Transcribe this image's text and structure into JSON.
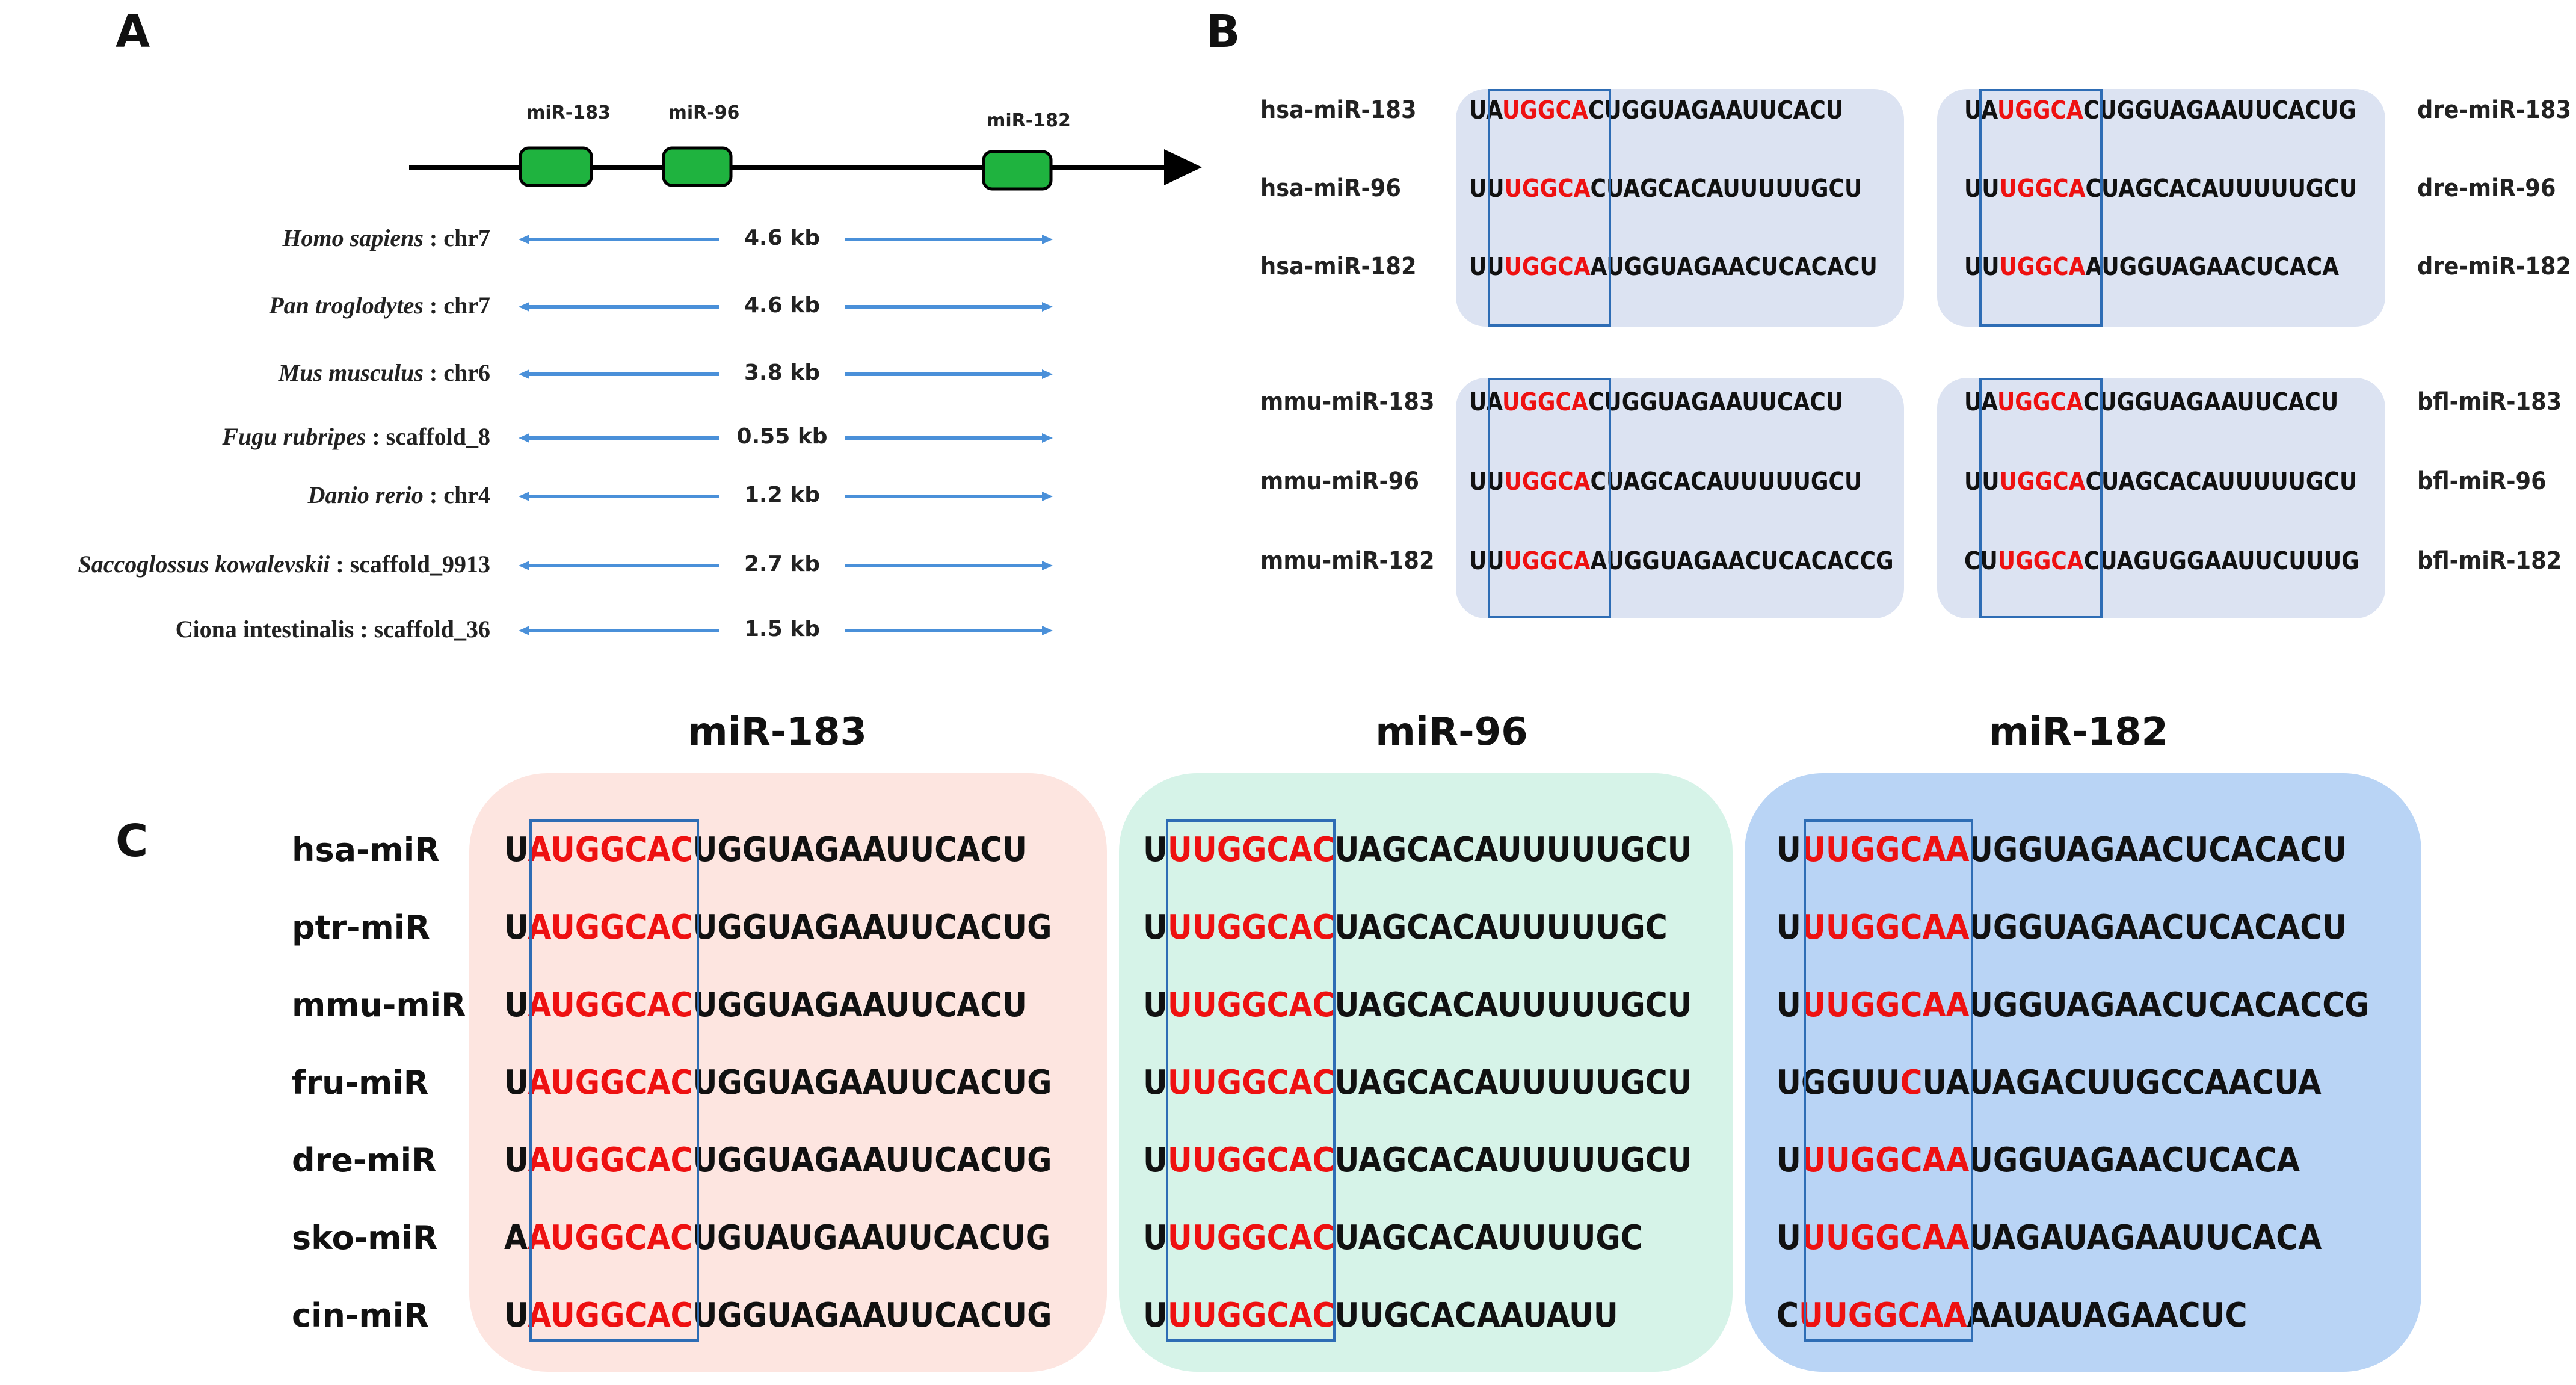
{
  "panel_a": {
    "letter": "A",
    "genes": [
      "miR-183",
      "miR-96",
      "miR-182"
    ],
    "species": [
      {
        "name": "Homo sapiens",
        "italic": true,
        "loc": " : chr7",
        "dist": "4.6 kb"
      },
      {
        "name": "Pan troglodytes",
        "italic": true,
        "loc": " : chr7",
        "dist": "4.6 kb"
      },
      {
        "name": "Mus musculus",
        "italic": true,
        "loc": " : chr6",
        "dist": "3.8 kb"
      },
      {
        "name": "Fugu rubripes",
        "italic": true,
        "loc": " : scaffold_8",
        "dist": "0.55 kb"
      },
      {
        "name": "Danio rerio",
        "italic": true,
        "loc": " : chr4",
        "dist": "1.2 kb"
      },
      {
        "name": "Saccoglossus kowalevskii",
        "italic": true,
        "loc": " : scaffold_9913",
        "dist": "2.7 kb"
      },
      {
        "name": "Ciona intestinalis",
        "italic": false,
        "loc": " : scaffold_36",
        "dist": "1.5 kb"
      }
    ],
    "colors": {
      "gene": "#1fb33f",
      "backbone": "#000000",
      "span_arrow": "#4a90d9"
    }
  },
  "panel_b": {
    "letter": "B",
    "colors": {
      "box": "#dce3f2",
      "seed_outline": "#2e6db5",
      "seed_text": "#ee1111"
    },
    "groups": [
      {
        "side": "left",
        "rows": [
          {
            "name": "hsa-miR-183",
            "pre": "UA",
            "seed": "UGGCA",
            "post": "CUGGUAGAAUUCACU"
          },
          {
            "name": "hsa-miR-96",
            "pre": "UU",
            "seed": "UGGCA",
            "post": "CUAGCACAUUUUUGCU"
          },
          {
            "name": "hsa-miR-182",
            "pre": "UU",
            "seed": "UGGCA",
            "post": "AUGGUAGAACUCACACU"
          }
        ]
      },
      {
        "side": "right",
        "rows": [
          {
            "name": "dre-miR-183",
            "pre": "UA",
            "seed": "UGGCA",
            "post": "CUGGUAGAAUUCACUG"
          },
          {
            "name": "dre-miR-96",
            "pre": "UU",
            "seed": "UGGCA",
            "post": "CUAGCACAUUUUUGCU"
          },
          {
            "name": "dre-miR-182",
            "pre": "UU",
            "seed": "UGGCA",
            "post": "AUGGUAGAACUCACA"
          }
        ]
      },
      {
        "side": "left",
        "rows": [
          {
            "name": "mmu-miR-183",
            "pre": "UA",
            "seed": "UGGCA",
            "post": "CUGGUAGAAUUCACU"
          },
          {
            "name": "mmu-miR-96",
            "pre": "UU",
            "seed": "UGGCA",
            "post": "CUAGCACAUUUUUGCU"
          },
          {
            "name": "mmu-miR-182",
            "pre": "UU",
            "seed": "UGGCA",
            "post": "AUGGUAGAACUCACACCG"
          }
        ]
      },
      {
        "side": "right",
        "rows": [
          {
            "name": "bfl-miR-183",
            "pre": "UA",
            "seed": "UGGCA",
            "post": "CUGGUAGAAUUCACU"
          },
          {
            "name": "bfl-miR-96",
            "pre": "UU",
            "seed": "UGGCA",
            "post": "CUAGCACAUUUUUGCU"
          },
          {
            "name": "bfl-miR-182",
            "pre": "CU",
            "seed": "UGGCA",
            "post": "CUAGUGGAAUUCUUUG"
          }
        ]
      }
    ]
  },
  "panel_c": {
    "letter": "C",
    "row_labels": [
      "hsa-miR",
      "ptr-miR",
      "mmu-miR",
      "fru-miR",
      "dre-miR",
      "sko-miR",
      "cin-miR"
    ],
    "columns": [
      {
        "title": "miR-183",
        "color": "#fde5e0",
        "seqs": [
          {
            "pre": "U",
            "seed": "AUGGCAC",
            "post": "UGGUAGAAUUCACU"
          },
          {
            "pre": "U",
            "seed": "AUGGCAC",
            "post": "UGGUAGAAUUCACUG"
          },
          {
            "pre": "U",
            "seed": "AUGGCAC",
            "post": "UGGUAGAAUUCACU"
          },
          {
            "pre": "U",
            "seed": "AUGGCAC",
            "post": "UGGUAGAAUUCACUG"
          },
          {
            "pre": "U",
            "seed": "AUGGCAC",
            "post": "UGGUAGAAUUCACUG"
          },
          {
            "pre": "A",
            "seed": "AUGGCAC",
            "post": "UGUAUGAAUUCACUG"
          },
          {
            "pre": "U",
            "seed": "AUGGCAC",
            "post": "UGGUAGAAUUCACUG"
          }
        ]
      },
      {
        "title": "miR-96",
        "color": "#d6f3e8",
        "seqs": [
          {
            "pre": "U",
            "seed": "UUGGCAC",
            "post": "UAGCACAUUUUUGCU"
          },
          {
            "pre": "U",
            "seed": "UUGGCAC",
            "post": "UAGCACAUUUUUGC"
          },
          {
            "pre": "U",
            "seed": "UUGGCAC",
            "post": "UAGCACAUUUUUGCU"
          },
          {
            "pre": "U",
            "seed": "UUGGCAC",
            "post": "UAGCACAUUUUUGCU"
          },
          {
            "pre": "U",
            "seed": "UUGGCAC",
            "post": "UAGCACAUUUUUGCU"
          },
          {
            "pre": "U",
            "seed": "UUGGCAC",
            "post": "UAGCACAUUUUGC"
          },
          {
            "pre": "U",
            "seed": "UUGGCAC",
            "post": "UUGCACAAUAUU"
          }
        ]
      },
      {
        "title": "miR-182",
        "color": "#b9d4f5",
        "seqs": [
          {
            "pre": "U",
            "seed": "UUGGCAA",
            "post": "UGGUAGAACUCACACU"
          },
          {
            "pre": "U",
            "seed": "UUGGCAA",
            "post": "UGGUAGAACUCACACU"
          },
          {
            "pre": "U",
            "seed": "UUGGCAA",
            "post": "UGGUAGAACUCACACCG"
          },
          {
            "pre": "UGGUU",
            "seed": "C",
            "post": "UAGACUUGCCAACUA",
            "seed_mid": "U",
            "post_after": "A"
          },
          {
            "pre": "U",
            "seed": "UUGGCAA",
            "post": "UGGUAGAACUCACA"
          },
          {
            "pre": "U",
            "seed": "UUGGCAA",
            "post": "UAGAUAGAAUUCACA"
          },
          {
            "pre": "C",
            "seed": "UUGGCAA",
            "post": "AAUAUAGAACUC"
          }
        ]
      }
    ]
  }
}
